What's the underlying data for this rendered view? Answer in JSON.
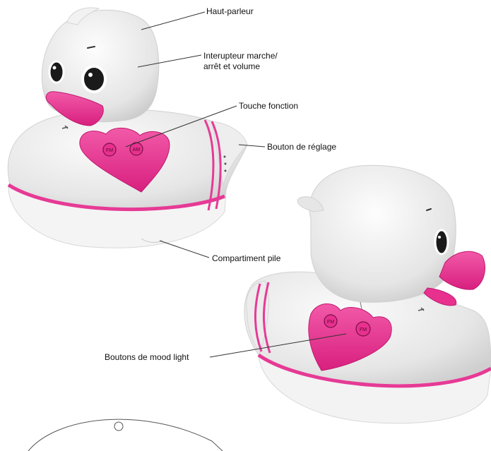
{
  "labels": {
    "speaker": "Haut-parleur",
    "power_volume_line1": "Interupteur marche/",
    "power_volume_line2": "arrêt et volume",
    "function_key": "Touche fonction",
    "tuning_button": "Bouton de réglage",
    "battery_compartment": "Compartiment pile",
    "mood_light_buttons": "Boutons de mood light"
  },
  "heart_icons": {
    "front_left": "FM",
    "front_right": "AM",
    "back_left": "FM",
    "back_right": "FM"
  },
  "colors": {
    "body": "#ececec",
    "body_shadow": "#d6d6d6",
    "beak": "#e8318f",
    "heart": "#e8318f",
    "stripe": "#e63a95",
    "eye": "#1a1a1a",
    "leader_line": "#333333"
  }
}
